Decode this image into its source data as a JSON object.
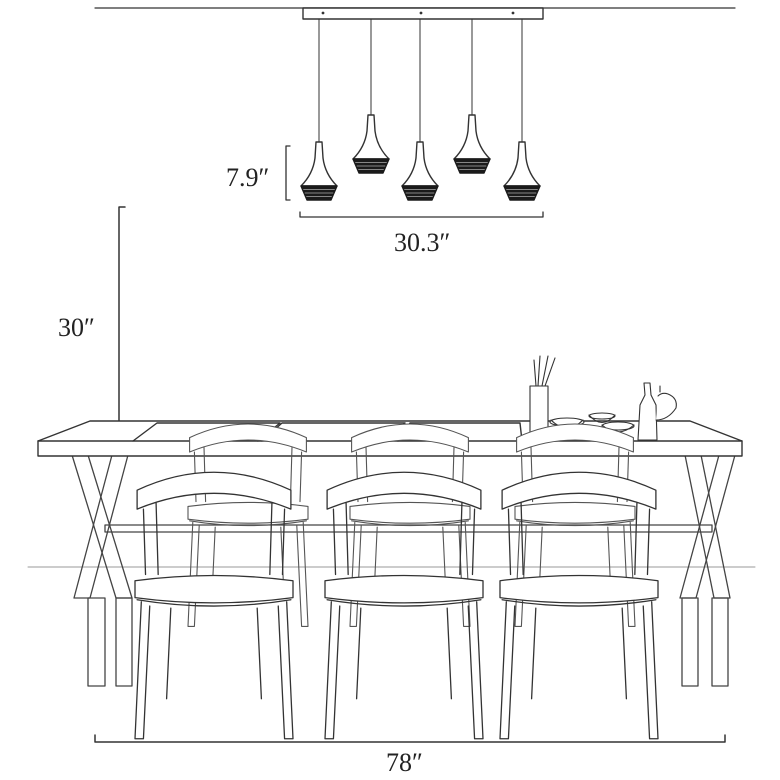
{
  "dimensions": {
    "pendant_height": "7.9″",
    "canopy_width": "30.3″",
    "table_to_pendant_height": "30″",
    "table_width": "78″"
  },
  "colors": {
    "line": "#333333",
    "shade_band": "#1a1a1a",
    "light_line": "#888888"
  },
  "counts": {
    "pendants": 5,
    "chairs_front": 3,
    "chairs_back": 3
  }
}
